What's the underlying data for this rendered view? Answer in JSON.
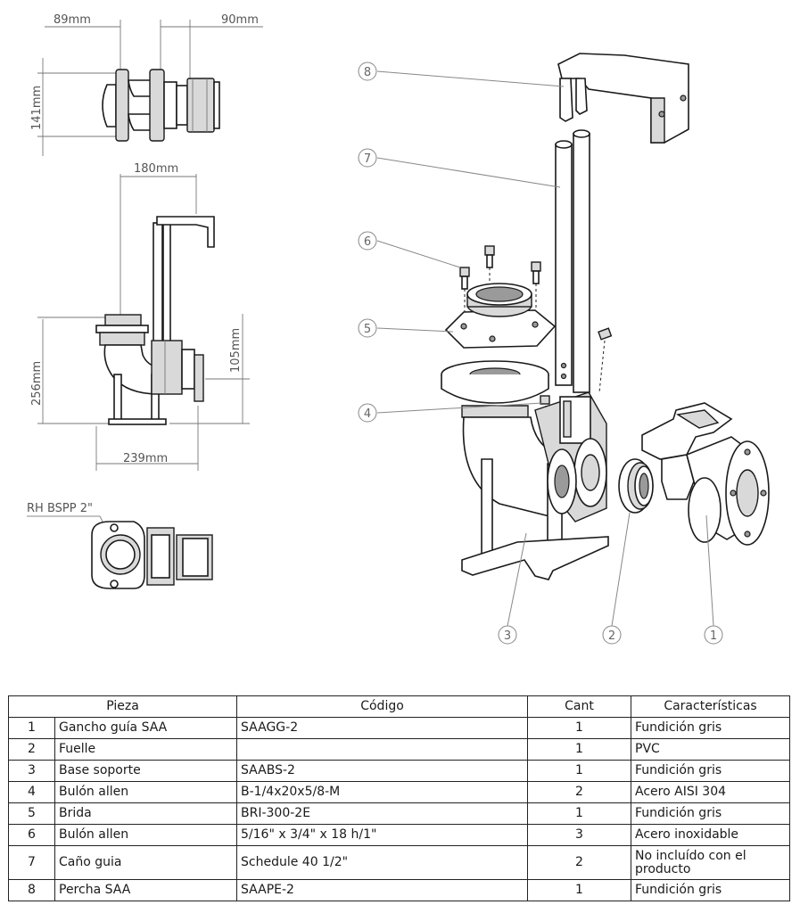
{
  "dimensions": {
    "top_view_left_width": "89mm",
    "top_view_right_width": "90mm",
    "top_view_height": "141mm",
    "side_view_width_top": "180mm",
    "side_view_height_total": "256mm",
    "side_view_height_outlet": "105mm",
    "side_view_width_bottom": "239mm",
    "thread_note": "RH BSPP 2\""
  },
  "balloons": [
    "8",
    "7",
    "6",
    "5",
    "4",
    "3",
    "2",
    "1"
  ],
  "bom": {
    "headers": [
      "Pieza",
      "Código",
      "Cant",
      "Características"
    ],
    "rows": [
      {
        "num": "1",
        "pieza": "Gancho guía SAA",
        "codigo": "SAAGG-2",
        "cant": "1",
        "caract": "Fundición gris"
      },
      {
        "num": "2",
        "pieza": "Fuelle",
        "codigo": "",
        "cant": "1",
        "caract": "PVC"
      },
      {
        "num": "3",
        "pieza": "Base soporte",
        "codigo": "SAABS-2",
        "cant": "1",
        "caract": "Fundición gris"
      },
      {
        "num": "4",
        "pieza": "Bulón allen",
        "codigo": "B-1/4x20x5/8-M",
        "cant": "2",
        "caract": "Acero AISI 304"
      },
      {
        "num": "5",
        "pieza": "Brida",
        "codigo": "BRI-300-2E",
        "cant": "1",
        "caract": "Fundición gris"
      },
      {
        "num": "6",
        "pieza": "Bulón allen",
        "codigo": "5/16\" x 3/4\" x 18 h/1\"",
        "cant": "3",
        "caract": "Acero inoxidable"
      },
      {
        "num": "7",
        "pieza": "Caño guia",
        "codigo": "Schedule 40 1/2\"",
        "cant": "2",
        "caract": "No incluído con el producto"
      },
      {
        "num": "8",
        "pieza": "Percha SAA",
        "codigo": "SAAPE-2",
        "cant": "1",
        "caract": "Fundición gris"
      }
    ]
  }
}
